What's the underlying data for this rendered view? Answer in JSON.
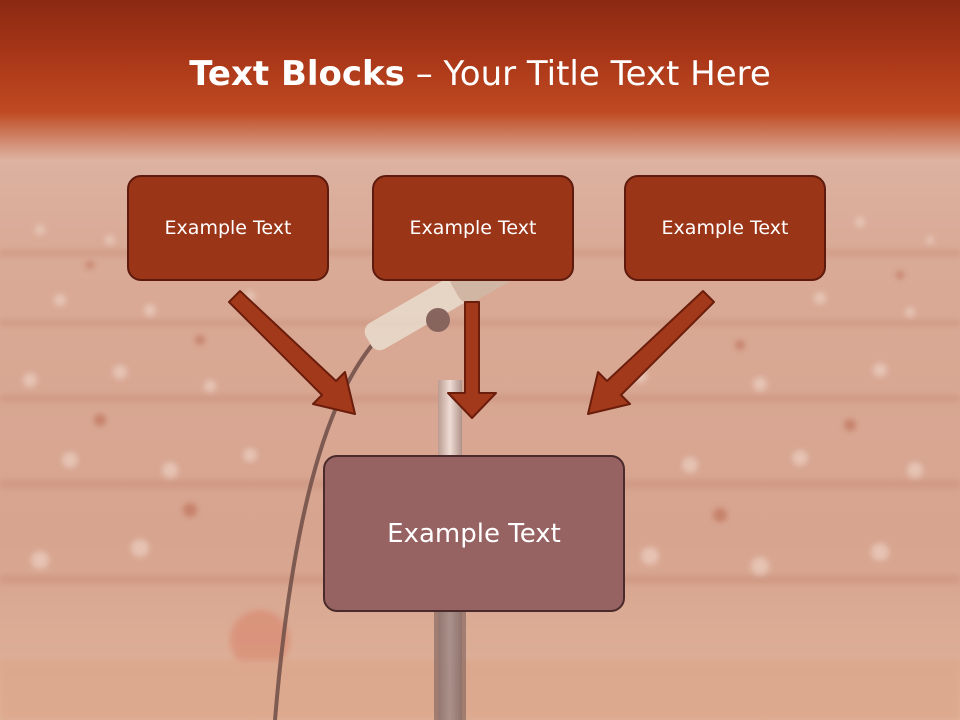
{
  "title": {
    "bold_part": "Text Blocks",
    "separator": " – ",
    "regular_part": "Your Title Text Here"
  },
  "blocks": {
    "top_left": "Example Text",
    "top_center": "Example Text",
    "top_right": "Example Text",
    "bottom": "Example Text"
  },
  "colors": {
    "title_bar": "#a93618",
    "small_box_fill": "#9a3518",
    "big_box_fill": "#966262",
    "arrow_fill": "#a3391b"
  },
  "background": {
    "scene": "blurred-audience-with-microphone"
  }
}
